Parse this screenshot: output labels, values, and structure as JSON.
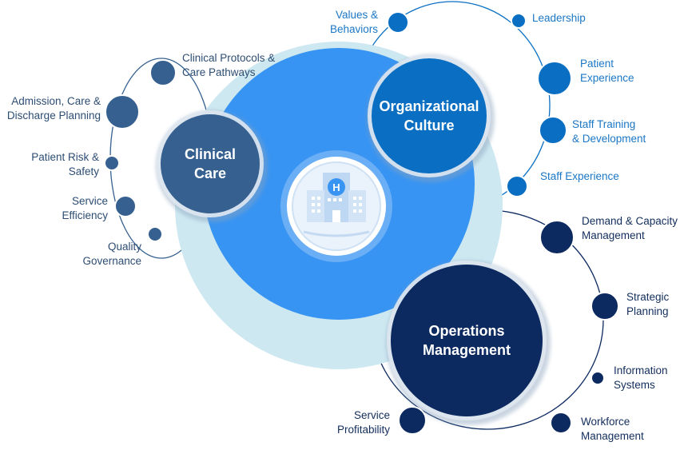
{
  "colors": {
    "clinical": "#35608f",
    "culture": "#0a6fc2",
    "operations": "#0c2a60",
    "hub_outer_ring": "#cde8f1",
    "hub_core": "#3894f2",
    "clinical_text": "#2d4d73",
    "culture_text": "#1b77c6",
    "operations_text": "#132e5c"
  },
  "center": {
    "icon": "hospital-building-icon",
    "badge": "H"
  },
  "hubs": [
    {
      "id": "clinical",
      "lines": [
        "Clinical",
        "Care"
      ],
      "satellites": [
        {
          "lines": [
            "Clinical Protocols &",
            "Care Pathways"
          ]
        },
        {
          "lines": [
            "Admission, Care &",
            "Discharge Planning"
          ]
        },
        {
          "lines": [
            "Patient Risk &",
            "Safety"
          ]
        },
        {
          "lines": [
            "Service",
            "Efficiency"
          ]
        },
        {
          "lines": [
            "Quality",
            "Governance"
          ]
        }
      ]
    },
    {
      "id": "culture",
      "lines": [
        "Organizational",
        "Culture"
      ],
      "satellites": [
        {
          "lines": [
            "Values &",
            "Behaviors"
          ]
        },
        {
          "lines": [
            "Leadership"
          ]
        },
        {
          "lines": [
            "Patient",
            "Experience"
          ]
        },
        {
          "lines": [
            "Staff Training",
            "& Development"
          ]
        },
        {
          "lines": [
            "Staff Experience"
          ]
        }
      ]
    },
    {
      "id": "operations",
      "lines": [
        "Operations",
        "Management"
      ],
      "satellites": [
        {
          "lines": [
            "Demand & Capacity",
            "Management"
          ]
        },
        {
          "lines": [
            "Strategic",
            "Planning"
          ]
        },
        {
          "lines": [
            "Information",
            "Systems"
          ]
        },
        {
          "lines": [
            "Workforce",
            "Management"
          ]
        },
        {
          "lines": [
            "Service",
            "Profitability"
          ]
        }
      ]
    }
  ]
}
